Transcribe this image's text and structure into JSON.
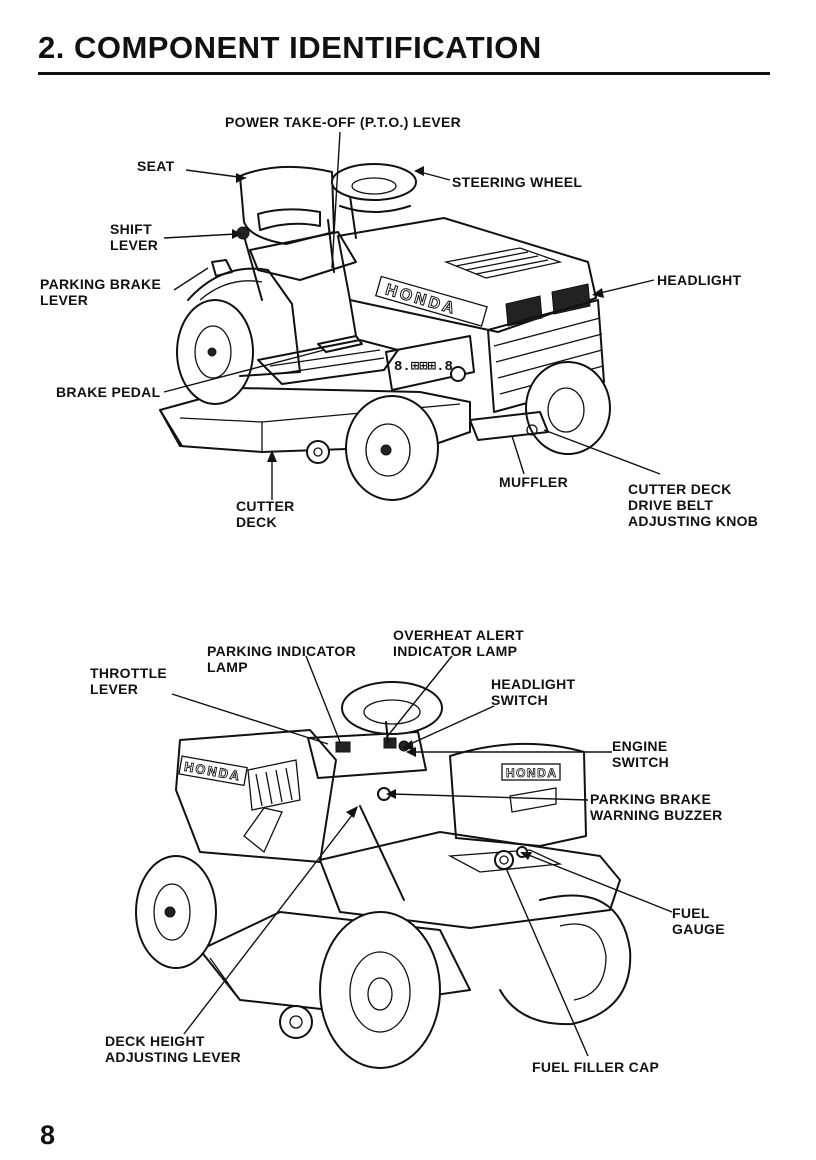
{
  "page": {
    "title": "2. COMPONENT IDENTIFICATION",
    "page_number": "8"
  },
  "icons": {
    "tractor_front": "riding-mower-front-view-illustration",
    "tractor_rear": "riding-mower-rear-view-illustration",
    "brand_badge_front": "HONDA",
    "brand_badge_hood": "HONDA",
    "brand_badge_seat": "HONDA"
  },
  "figure1": {
    "labels": {
      "pto_lever": "POWER TAKE-OFF (P.T.O.) LEVER",
      "seat": "SEAT",
      "steering_wheel": "STEERING WHEEL",
      "shift_lever": [
        "SHIFT",
        "LEVER"
      ],
      "parking_brake_lever": [
        "PARKING BRAKE",
        "LEVER"
      ],
      "headlight": "HEADLIGHT",
      "brake_pedal": "BRAKE PEDAL",
      "muffler": "MUFFLER",
      "cutter_deck": [
        "CUTTER",
        "DECK"
      ],
      "cutter_deck_belt_knob": [
        "CUTTER DECK",
        "DRIVE BELT",
        "ADJUSTING KNOB"
      ]
    }
  },
  "figure2": {
    "labels": {
      "parking_indicator_lamp": [
        "PARKING INDICATOR",
        "LAMP"
      ],
      "overheat_alert_lamp": [
        "OVERHEAT ALERT",
        "INDICATOR LAMP"
      ],
      "throttle_lever": [
        "THROTTLE",
        "LEVER"
      ],
      "headlight_switch": [
        "HEADLIGHT",
        "SWITCH"
      ],
      "engine_switch": [
        "ENGINE",
        "SWITCH"
      ],
      "parking_brake_buzzer": [
        "PARKING BRAKE",
        "WARNING BUZZER"
      ],
      "fuel_gauge": [
        "FUEL",
        "GAUGE"
      ],
      "deck_height_lever": [
        "DECK HEIGHT",
        "ADJUSTING LEVER"
      ],
      "fuel_filler_cap": "FUEL FILLER CAP"
    }
  }
}
